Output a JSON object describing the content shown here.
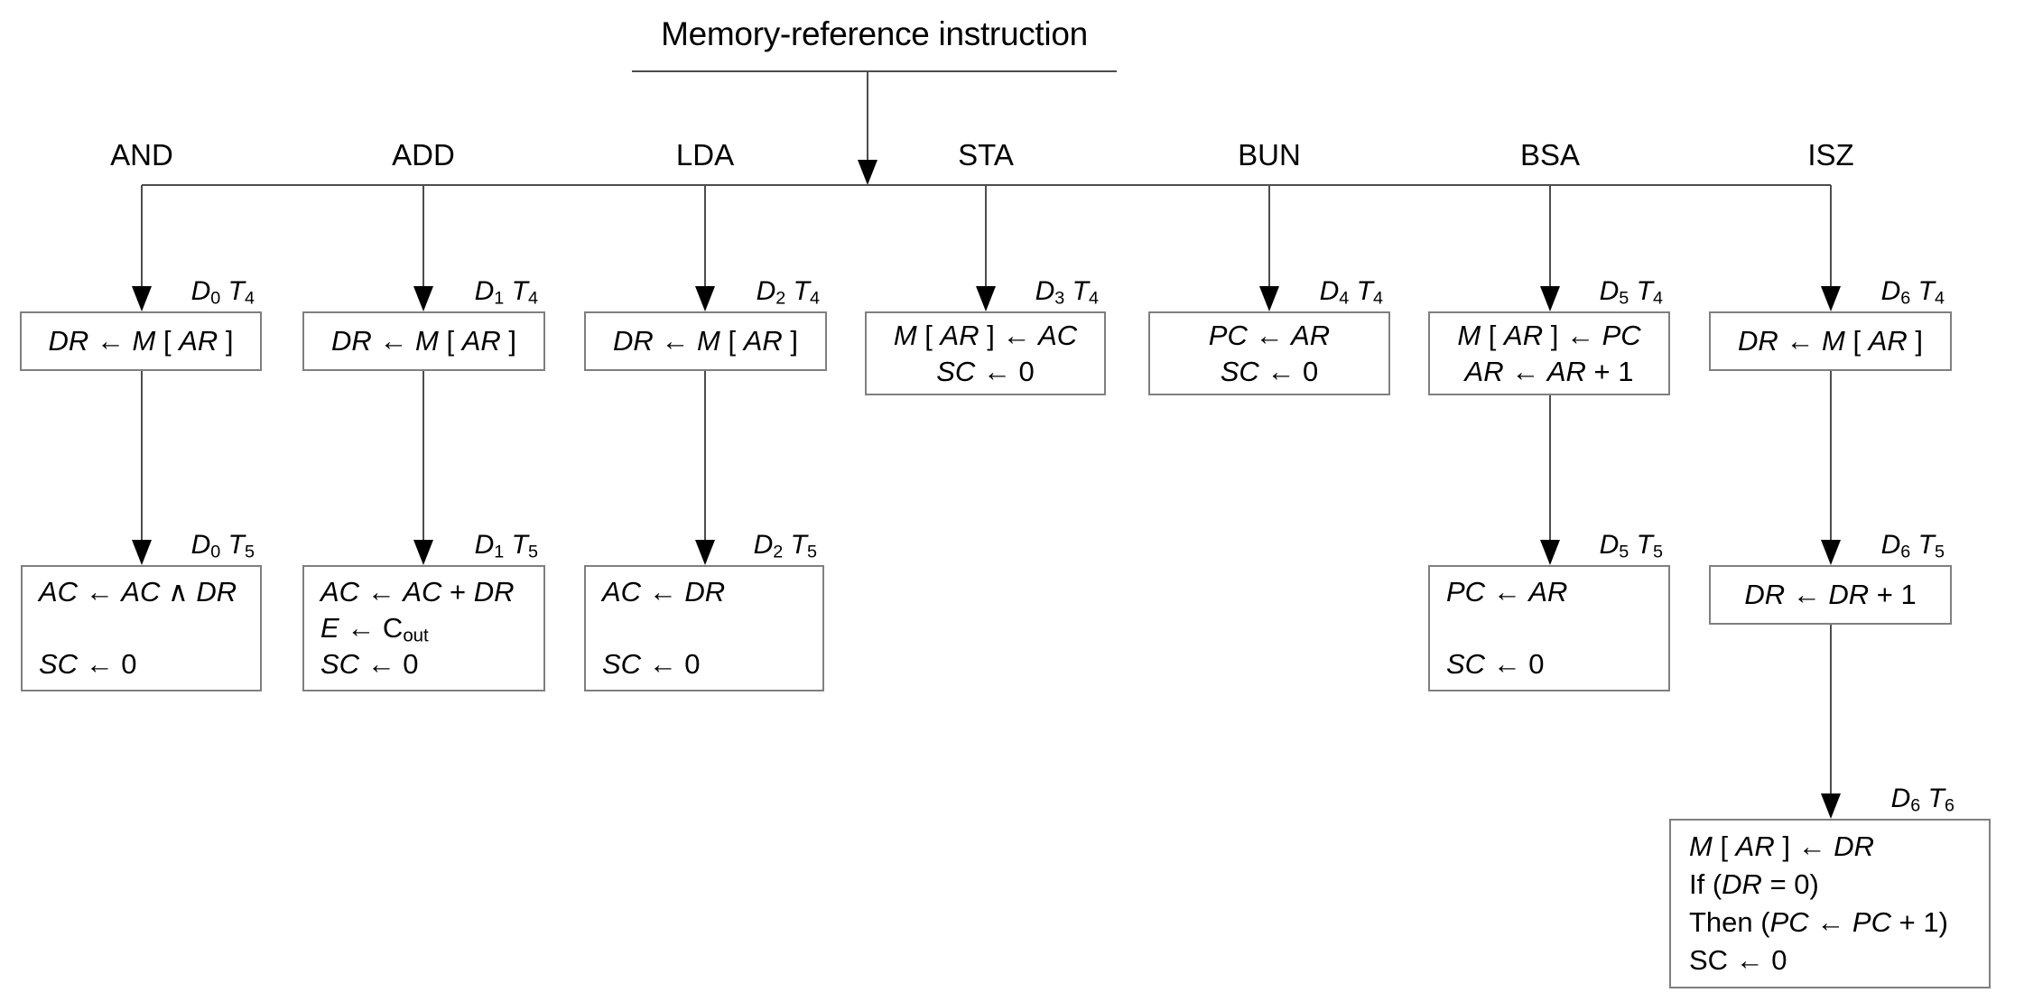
{
  "title": "Memory-reference instruction",
  "colors": {
    "background": "#ffffff",
    "text": "#000000",
    "wire": "#4d4d4d",
    "box_border": "#7f7f7f",
    "arrowhead": "#000000"
  },
  "columns": [
    {
      "label": "AND",
      "boxes": [
        {
          "tag": [
            {
              "t": "D",
              "s": "i"
            },
            {
              "t": "0",
              "s": "sub"
            },
            {
              "t": " ",
              "s": "r"
            },
            {
              "t": "T",
              "s": "i"
            },
            {
              "t": "4",
              "s": "sub"
            }
          ],
          "lines": [
            [
              {
                "t": "DR",
                "s": "i"
              },
              {
                "t": " ← ",
                "s": "r"
              },
              {
                "t": "M",
                "s": "i"
              },
              {
                "t": " [ ",
                "s": "r"
              },
              {
                "t": "AR",
                "s": "i"
              },
              {
                "t": " ]",
                "s": "r"
              }
            ]
          ]
        },
        {
          "tag": [
            {
              "t": "D",
              "s": "i"
            },
            {
              "t": "0",
              "s": "sub"
            },
            {
              "t": " ",
              "s": "r"
            },
            {
              "t": "T",
              "s": "i"
            },
            {
              "t": "5",
              "s": "sub"
            }
          ],
          "lines": [
            [
              {
                "t": "AC",
                "s": "i"
              },
              {
                "t": " ← ",
                "s": "r"
              },
              {
                "t": "AC",
                "s": "i"
              },
              {
                "t": " ∧ ",
                "s": "r"
              },
              {
                "t": "DR",
                "s": "i"
              }
            ],
            [],
            [
              {
                "t": "SC",
                "s": "i"
              },
              {
                "t": " ← 0",
                "s": "r"
              }
            ]
          ]
        }
      ]
    },
    {
      "label": "ADD",
      "boxes": [
        {
          "tag": [
            {
              "t": "D",
              "s": "i"
            },
            {
              "t": "1",
              "s": "sub"
            },
            {
              "t": " ",
              "s": "r"
            },
            {
              "t": "T",
              "s": "i"
            },
            {
              "t": "4",
              "s": "sub"
            }
          ],
          "lines": [
            [
              {
                "t": "DR",
                "s": "i"
              },
              {
                "t": " ← ",
                "s": "r"
              },
              {
                "t": "M",
                "s": "i"
              },
              {
                "t": " [ ",
                "s": "r"
              },
              {
                "t": "AR",
                "s": "i"
              },
              {
                "t": " ]",
                "s": "r"
              }
            ]
          ]
        },
        {
          "tag": [
            {
              "t": "D",
              "s": "i"
            },
            {
              "t": "1",
              "s": "sub"
            },
            {
              "t": " ",
              "s": "r"
            },
            {
              "t": "T",
              "s": "i"
            },
            {
              "t": "5",
              "s": "sub"
            }
          ],
          "lines": [
            [
              {
                "t": "AC",
                "s": "i"
              },
              {
                "t": " ← ",
                "s": "r"
              },
              {
                "t": "AC",
                "s": "i"
              },
              {
                "t": " + ",
                "s": "r"
              },
              {
                "t": "DR",
                "s": "i"
              }
            ],
            [
              {
                "t": "E",
                "s": "i"
              },
              {
                "t": " ← C",
                "s": "r"
              },
              {
                "t": "out",
                "s": "sub"
              }
            ],
            [
              {
                "t": "SC",
                "s": "i"
              },
              {
                "t": " ← 0",
                "s": "r"
              }
            ]
          ]
        }
      ]
    },
    {
      "label": "LDA",
      "boxes": [
        {
          "tag": [
            {
              "t": "D",
              "s": "i"
            },
            {
              "t": "2",
              "s": "sub"
            },
            {
              "t": " ",
              "s": "r"
            },
            {
              "t": "T",
              "s": "i"
            },
            {
              "t": "4",
              "s": "sub"
            }
          ],
          "lines": [
            [
              {
                "t": "DR",
                "s": "i"
              },
              {
                "t": " ← ",
                "s": "r"
              },
              {
                "t": "M",
                "s": "i"
              },
              {
                "t": " [ ",
                "s": "r"
              },
              {
                "t": "AR",
                "s": "i"
              },
              {
                "t": " ]",
                "s": "r"
              }
            ]
          ]
        },
        {
          "tag": [
            {
              "t": "D",
              "s": "i"
            },
            {
              "t": "2",
              "s": "sub"
            },
            {
              "t": " ",
              "s": "r"
            },
            {
              "t": "T",
              "s": "i"
            },
            {
              "t": "5",
              "s": "sub"
            }
          ],
          "lines": [
            [
              {
                "t": "AC",
                "s": "i"
              },
              {
                "t": " ← ",
                "s": "r"
              },
              {
                "t": "DR",
                "s": "i"
              }
            ],
            [],
            [
              {
                "t": "SC",
                "s": "i"
              },
              {
                "t": " ← 0",
                "s": "r"
              }
            ]
          ]
        }
      ]
    },
    {
      "label": "STA",
      "boxes": [
        {
          "tag": [
            {
              "t": "D",
              "s": "i"
            },
            {
              "t": "3",
              "s": "sub"
            },
            {
              "t": " ",
              "s": "r"
            },
            {
              "t": "T",
              "s": "i"
            },
            {
              "t": "4",
              "s": "sub"
            }
          ],
          "lines": [
            [
              {
                "t": "M",
                "s": "i"
              },
              {
                "t": " [ ",
                "s": "r"
              },
              {
                "t": "AR",
                "s": "i"
              },
              {
                "t": " ] ← ",
                "s": "r"
              },
              {
                "t": "AC",
                "s": "i"
              }
            ],
            [
              {
                "t": "SC",
                "s": "i"
              },
              {
                "t": " ← 0",
                "s": "r"
              }
            ]
          ]
        }
      ]
    },
    {
      "label": "BUN",
      "boxes": [
        {
          "tag": [
            {
              "t": "D",
              "s": "i"
            },
            {
              "t": "4",
              "s": "sub"
            },
            {
              "t": " ",
              "s": "r"
            },
            {
              "t": "T",
              "s": "i"
            },
            {
              "t": "4",
              "s": "sub"
            }
          ],
          "lines": [
            [
              {
                "t": "PC",
                "s": "i"
              },
              {
                "t": " ← ",
                "s": "r"
              },
              {
                "t": "AR",
                "s": "i"
              }
            ],
            [
              {
                "t": "SC",
                "s": "i"
              },
              {
                "t": " ← 0",
                "s": "r"
              }
            ]
          ]
        }
      ]
    },
    {
      "label": "BSA",
      "boxes": [
        {
          "tag": [
            {
              "t": "D",
              "s": "i"
            },
            {
              "t": "5",
              "s": "sub"
            },
            {
              "t": " ",
              "s": "r"
            },
            {
              "t": "T",
              "s": "i"
            },
            {
              "t": "4",
              "s": "sub"
            }
          ],
          "lines": [
            [
              {
                "t": "M",
                "s": "i"
              },
              {
                "t": " [ ",
                "s": "r"
              },
              {
                "t": "AR",
                "s": "i"
              },
              {
                "t": " ] ← ",
                "s": "r"
              },
              {
                "t": "PC",
                "s": "i"
              }
            ],
            [
              {
                "t": "AR",
                "s": "i"
              },
              {
                "t": " ← ",
                "s": "r"
              },
              {
                "t": "AR",
                "s": "i"
              },
              {
                "t": " + 1",
                "s": "r"
              }
            ]
          ]
        },
        {
          "tag": [
            {
              "t": "D",
              "s": "i"
            },
            {
              "t": "5",
              "s": "sub"
            },
            {
              "t": " ",
              "s": "r"
            },
            {
              "t": "T",
              "s": "i"
            },
            {
              "t": "5",
              "s": "sub"
            }
          ],
          "lines": [
            [
              {
                "t": "PC",
                "s": "i"
              },
              {
                "t": " ← ",
                "s": "r"
              },
              {
                "t": "AR",
                "s": "i"
              }
            ],
            [],
            [
              {
                "t": "SC",
                "s": "i"
              },
              {
                "t": " ← 0",
                "s": "r"
              }
            ]
          ]
        }
      ]
    },
    {
      "label": "ISZ",
      "boxes": [
        {
          "tag": [
            {
              "t": "D",
              "s": "i"
            },
            {
              "t": "6",
              "s": "sub"
            },
            {
              "t": " ",
              "s": "r"
            },
            {
              "t": "T",
              "s": "i"
            },
            {
              "t": "4",
              "s": "sub"
            }
          ],
          "lines": [
            [
              {
                "t": "DR",
                "s": "i"
              },
              {
                "t": " ← ",
                "s": "r"
              },
              {
                "t": "M",
                "s": "i"
              },
              {
                "t": " [ ",
                "s": "r"
              },
              {
                "t": "AR",
                "s": "i"
              },
              {
                "t": " ]",
                "s": "r"
              }
            ]
          ]
        },
        {
          "tag": [
            {
              "t": "D",
              "s": "i"
            },
            {
              "t": "6",
              "s": "sub"
            },
            {
              "t": " ",
              "s": "r"
            },
            {
              "t": "T",
              "s": "i"
            },
            {
              "t": "5",
              "s": "sub"
            }
          ],
          "lines": [
            [
              {
                "t": "DR",
                "s": "i"
              },
              {
                "t": " ← ",
                "s": "r"
              },
              {
                "t": "DR",
                "s": "i"
              },
              {
                "t": " + 1",
                "s": "r"
              }
            ]
          ]
        },
        {
          "tag": [
            {
              "t": "D",
              "s": "i"
            },
            {
              "t": "6",
              "s": "sub"
            },
            {
              "t": " ",
              "s": "r"
            },
            {
              "t": "T",
              "s": "i"
            },
            {
              "t": "6",
              "s": "sub"
            }
          ],
          "lines": [
            [
              {
                "t": "M",
                "s": "i"
              },
              {
                "t": " [ ",
                "s": "r"
              },
              {
                "t": "AR",
                "s": "i"
              },
              {
                "t": " ] ← ",
                "s": "r"
              },
              {
                "t": "DR",
                "s": "i"
              }
            ],
            [
              {
                "t": "If (",
                "s": "r"
              },
              {
                "t": "DR",
                "s": "i"
              },
              {
                "t": " = 0)",
                "s": "r"
              }
            ],
            [
              {
                "t": "Then (",
                "s": "r"
              },
              {
                "t": "PC",
                "s": "i"
              },
              {
                "t": " ← ",
                "s": "r"
              },
              {
                "t": "PC",
                "s": "i"
              },
              {
                "t": " + 1)",
                "s": "r"
              }
            ],
            [
              {
                "t": "SC ← 0",
                "s": "r"
              }
            ]
          ]
        }
      ]
    }
  ]
}
